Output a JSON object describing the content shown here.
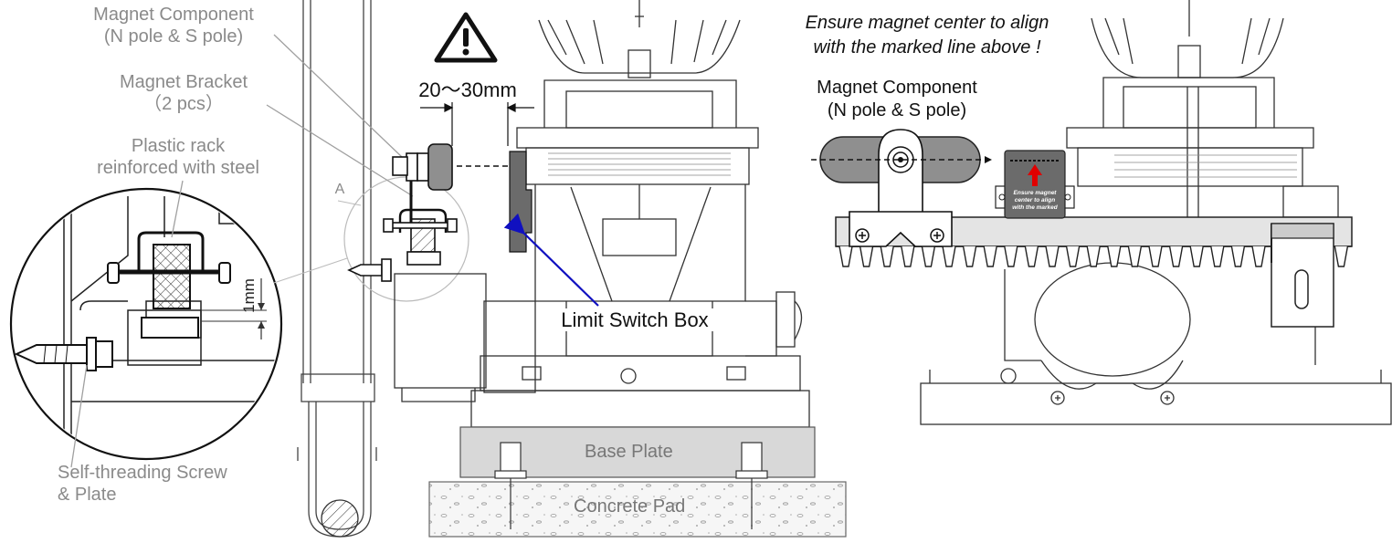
{
  "left_labels": {
    "magnet_component_line1": "Magnet Component",
    "magnet_component_line2": "(N pole & S pole)",
    "magnet_bracket_line1": "Magnet Bracket",
    "magnet_bracket_line2": "（2 pcs）",
    "plastic_rack_line1": "Plastic rack",
    "plastic_rack_line2": "reinforced with steel",
    "screw_line1": "Self-threading Screw",
    "screw_line2": "& Plate",
    "detail_marker": "A",
    "gap_1mm": "1mm"
  },
  "center_labels": {
    "warning_icon": "⚠",
    "distance": "20～30mm",
    "limit_switch_box": "Limit Switch Box",
    "base_plate": "Base Plate",
    "concrete_pad": "Concrete Pad"
  },
  "right_labels": {
    "note_line1": "Ensure magnet center to align",
    "note_line2": "with the marked line above !",
    "magnet_component_line1": "Magnet Component",
    "magnet_component_line2": "(N pole & S pole)",
    "box_text_line1": "Ensure magnet",
    "box_text_line2": "center to align",
    "box_text_line3": "with the marked"
  },
  "colors": {
    "line": "#222222",
    "leader": "#a0a0a0",
    "switch_box": "#6b6b6b",
    "arrow_blue": "#1010c0",
    "arrow_red": "#e00000",
    "magnet_fill": "#8f8f8f",
    "base_plate": "#d8d8d8"
  }
}
